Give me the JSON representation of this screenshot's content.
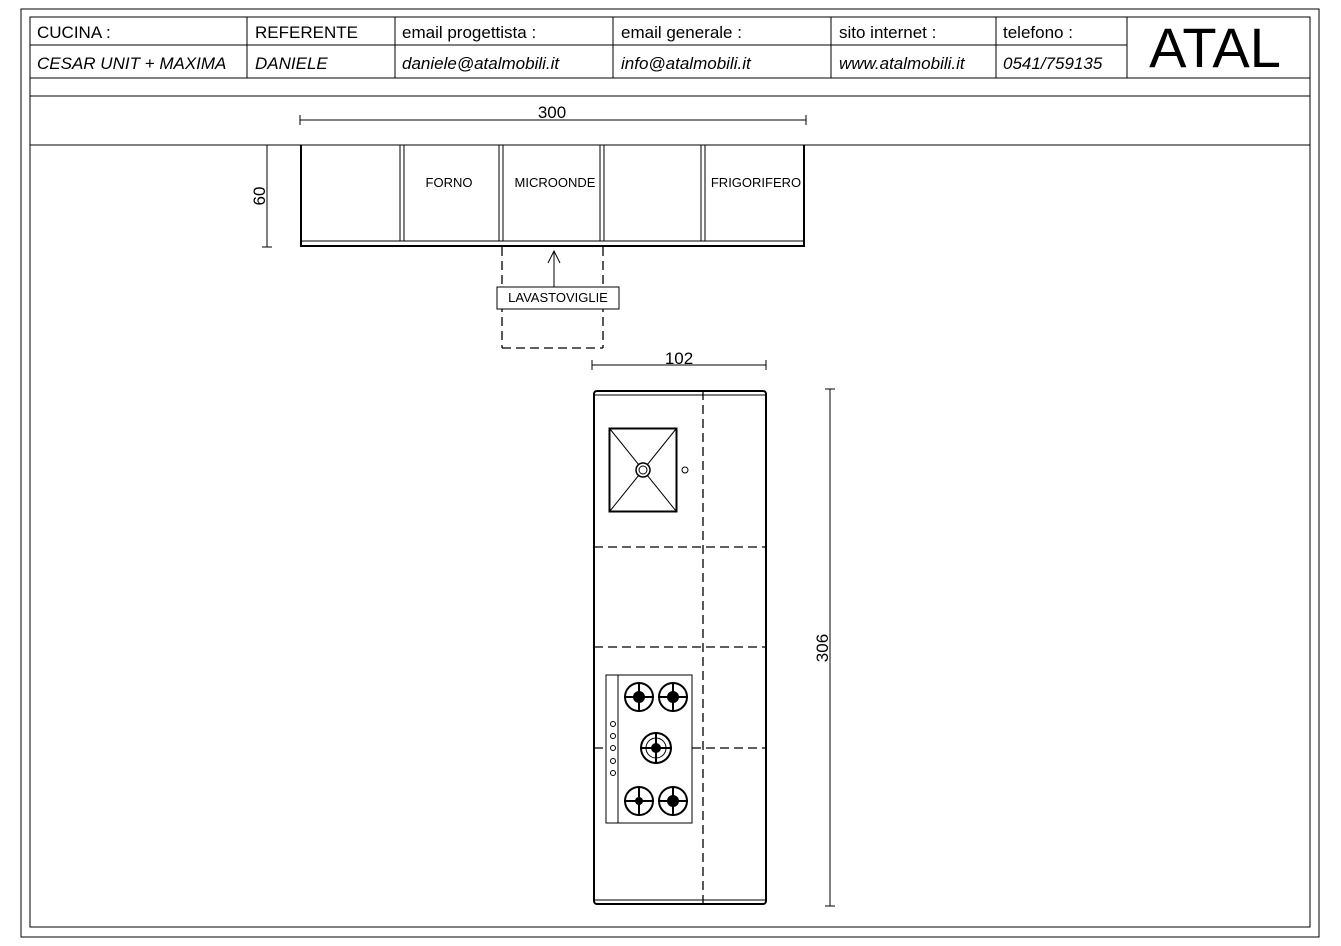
{
  "header": {
    "cells": [
      {
        "key": "cucina",
        "label": "CUCINA :",
        "value": "CESAR UNIT + MAXIMA"
      },
      {
        "key": "referente",
        "label": "REFERENTE",
        "value": "DANIELE"
      },
      {
        "key": "email_progettista",
        "label": "email progettista :",
        "value": "daniele@atalmobili.it"
      },
      {
        "key": "email_generale",
        "label": "email generale :",
        "value": "info@atalmobili.it"
      },
      {
        "key": "sito",
        "label": "sito internet :",
        "value": "www.atalmobili.it"
      },
      {
        "key": "telefono",
        "label": "telefono :",
        "value": "0541/759135"
      }
    ],
    "logo": "ATAL"
  },
  "wall_run": {
    "width_dim": "300",
    "depth_dim": "60",
    "modules": [
      "",
      "FORNO",
      "MICROONDE",
      "",
      "FRIGORIFERO"
    ],
    "dishwasher_label": "LAVASTOVIGLIE"
  },
  "island": {
    "width_dim": "102",
    "length_dim": "306"
  }
}
